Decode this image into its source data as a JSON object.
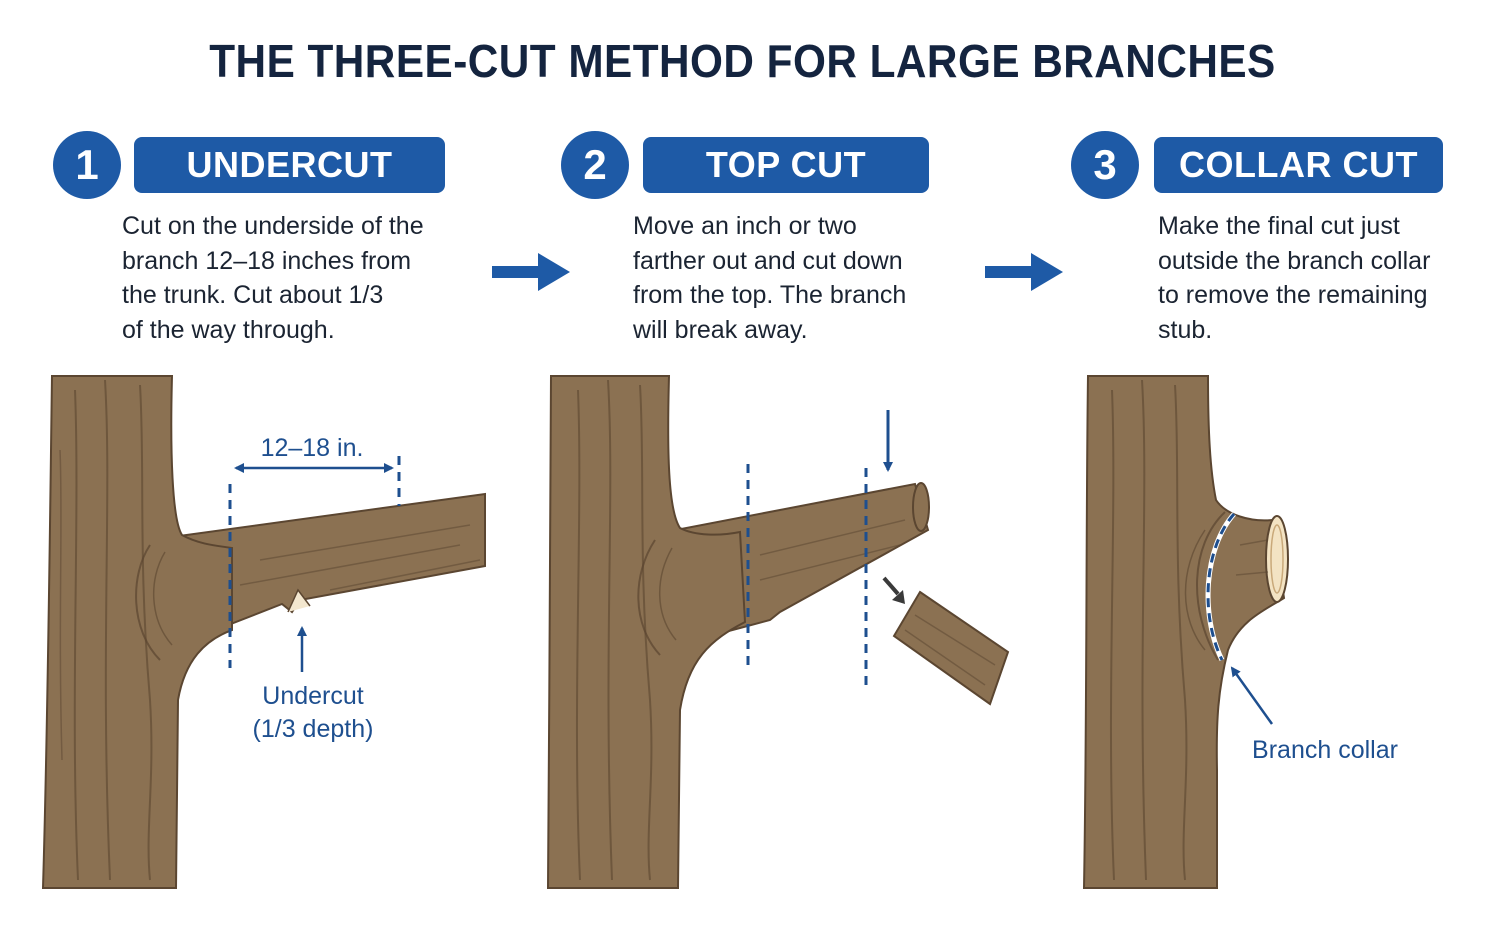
{
  "title": "THE THREE-CUT METHOD FOR LARGE BRANCHES",
  "steps": [
    {
      "number": "1",
      "label": "UNDERCUT",
      "description": "Cut on the underside of the\nbranch 12–18 inches from\nthe trunk. Cut about 1/3\nof the way through."
    },
    {
      "number": "2",
      "label": "TOP CUT",
      "description": "Move an inch or two\nfarther out and cut down\nfrom the top. The branch\nwill break away."
    },
    {
      "number": "3",
      "label": "COLLAR CUT",
      "description": "Make the final cut just\noutside the branch collar\nto remove the remaining\nstub."
    }
  ],
  "annotations": {
    "distance": "12–18 in.",
    "undercut_line1": "Undercut",
    "undercut_line2": "(1/3 depth)",
    "branch_collar": "Branch collar"
  },
  "colors": {
    "accent": "#1e5aa6",
    "title": "#14243f",
    "bark": "#8b7152",
    "bark_dark": "#5b4631",
    "annotation": "#1e4f8f"
  }
}
